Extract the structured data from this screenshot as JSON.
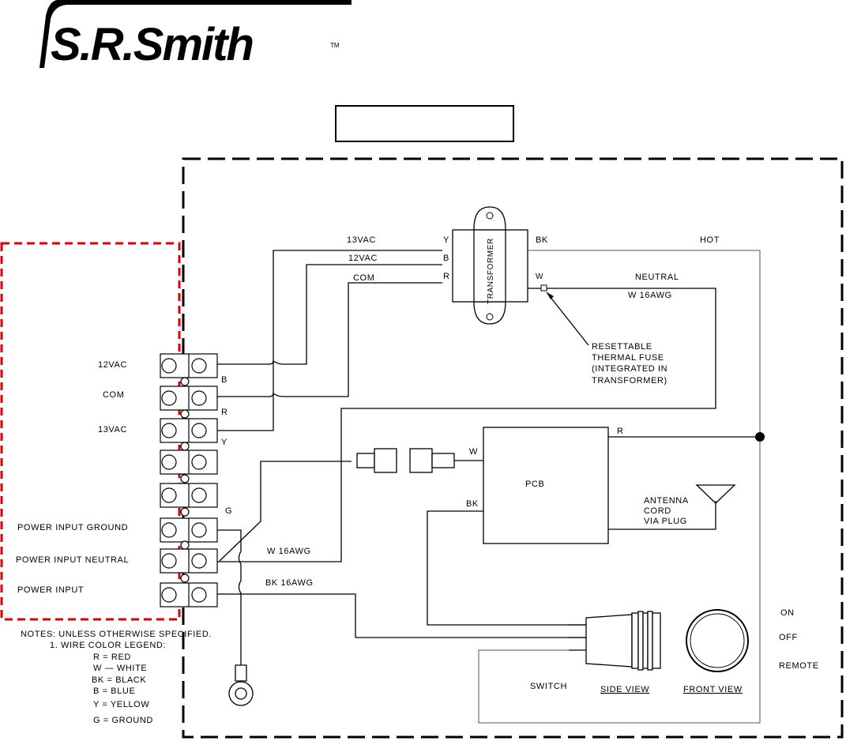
{
  "logo": {
    "text": "S.R.Smith",
    "trademark": "TM"
  },
  "title_box": {
    "text": ""
  },
  "colors": {
    "highlight_border": "#e00000",
    "ink": "#000000"
  },
  "terminal_labels": [
    "12VAC",
    "COM",
    "13VAC",
    "POWER INPUT GROUND",
    "POWER INPUT NEUTRAL",
    "POWER INPUT"
  ],
  "wire_tags": {
    "b": "B",
    "r": "R",
    "y": "Y",
    "g": "G"
  },
  "transformer": {
    "label": "TRANSFORMER",
    "left_taps": [
      "Y",
      "B",
      "R"
    ],
    "right_taps": [
      "BK",
      "W"
    ],
    "voltage_labels": [
      "13VAC",
      "12VAC",
      "COM"
    ]
  },
  "line_labels": {
    "hot": "HOT",
    "neutral": "NEUTRAL",
    "w16_top": "W 16AWG",
    "w16_low": "W 16AWG",
    "bk16": "BK 16AWG"
  },
  "fuse_note": [
    "RESETTABLE",
    "THERMAL FUSE",
    "(INTEGRATED IN",
    "TRANSFORMER)"
  ],
  "pcb": {
    "label": "PCB",
    "r": "R",
    "w": "W",
    "bk": "BK"
  },
  "antenna": [
    "ANTENNA",
    "CORD",
    "VIA PLUG"
  ],
  "switch": {
    "label": "SWITCH",
    "side_view": "SIDE VIEW",
    "front_view": "FRONT VIEW",
    "states": [
      "ON",
      "OFF",
      "REMOTE"
    ]
  },
  "notes": {
    "heading": "NOTES: UNLESS OTHERWISE SPECIFIED.",
    "item": "1. WIRE COLOR LEGEND:",
    "legend": [
      "R = RED",
      "W — WHITE",
      "BK = BLACK",
      "B = BLUE",
      "Y = YELLOW",
      "G = GROUND"
    ]
  }
}
